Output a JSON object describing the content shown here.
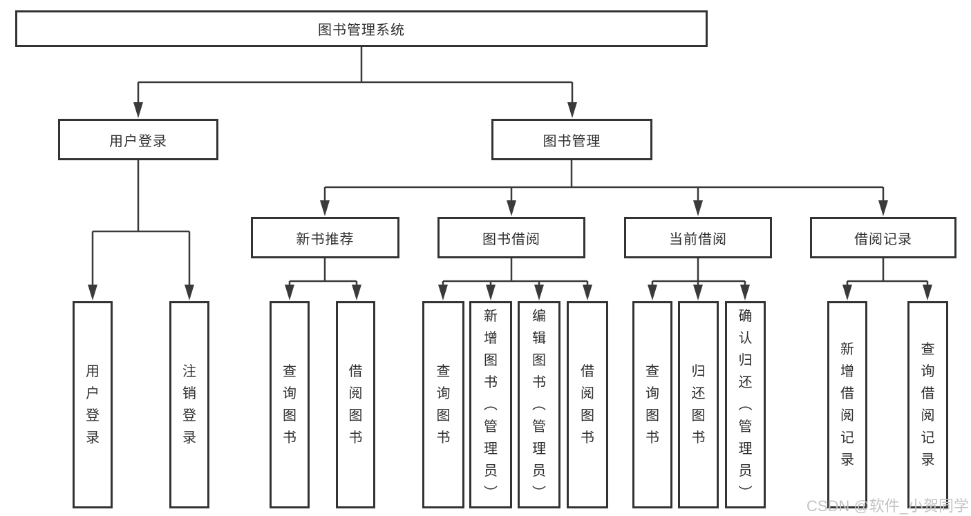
{
  "diagram": {
    "root": {
      "label": "图书管理系统"
    },
    "level2": [
      {
        "label": "用户登录"
      },
      {
        "label": "图书管理"
      }
    ],
    "level3": [
      {
        "label": "新书推荐",
        "parent": "图书管理"
      },
      {
        "label": "图书借阅",
        "parent": "图书管理"
      },
      {
        "label": "当前借阅",
        "parent": "图书管理"
      },
      {
        "label": "借阅记录",
        "parent": "图书管理"
      }
    ],
    "leaves": [
      {
        "label": "用户登录",
        "parent": "用户登录"
      },
      {
        "label": "注销登录",
        "parent": "用户登录"
      },
      {
        "label": "查询图书",
        "parent": "新书推荐"
      },
      {
        "label": "借阅图书",
        "parent": "新书推荐"
      },
      {
        "label": "查询图书",
        "parent": "图书借阅"
      },
      {
        "label": "新增图书（管理员）",
        "parent": "图书借阅"
      },
      {
        "label": "编辑图书（管理员）",
        "parent": "图书借阅"
      },
      {
        "label": "借阅图书",
        "parent": "图书借阅"
      },
      {
        "label": "查询图书",
        "parent": "当前借阅"
      },
      {
        "label": "归还图书",
        "parent": "当前借阅"
      },
      {
        "label": "确认归还（管理员）",
        "parent": "当前借阅"
      },
      {
        "label": "新增借阅记录",
        "parent": "借阅记录"
      },
      {
        "label": "查询借阅记录",
        "parent": "借阅记录"
      }
    ]
  },
  "watermark": {
    "text": "CSDN @软件_小贺同学"
  },
  "colors": {
    "line": "#3a3a3a",
    "border": "#333333",
    "background": "#ffffff",
    "text": "#2f2f2f",
    "watermark": "#c3c3c3"
  }
}
